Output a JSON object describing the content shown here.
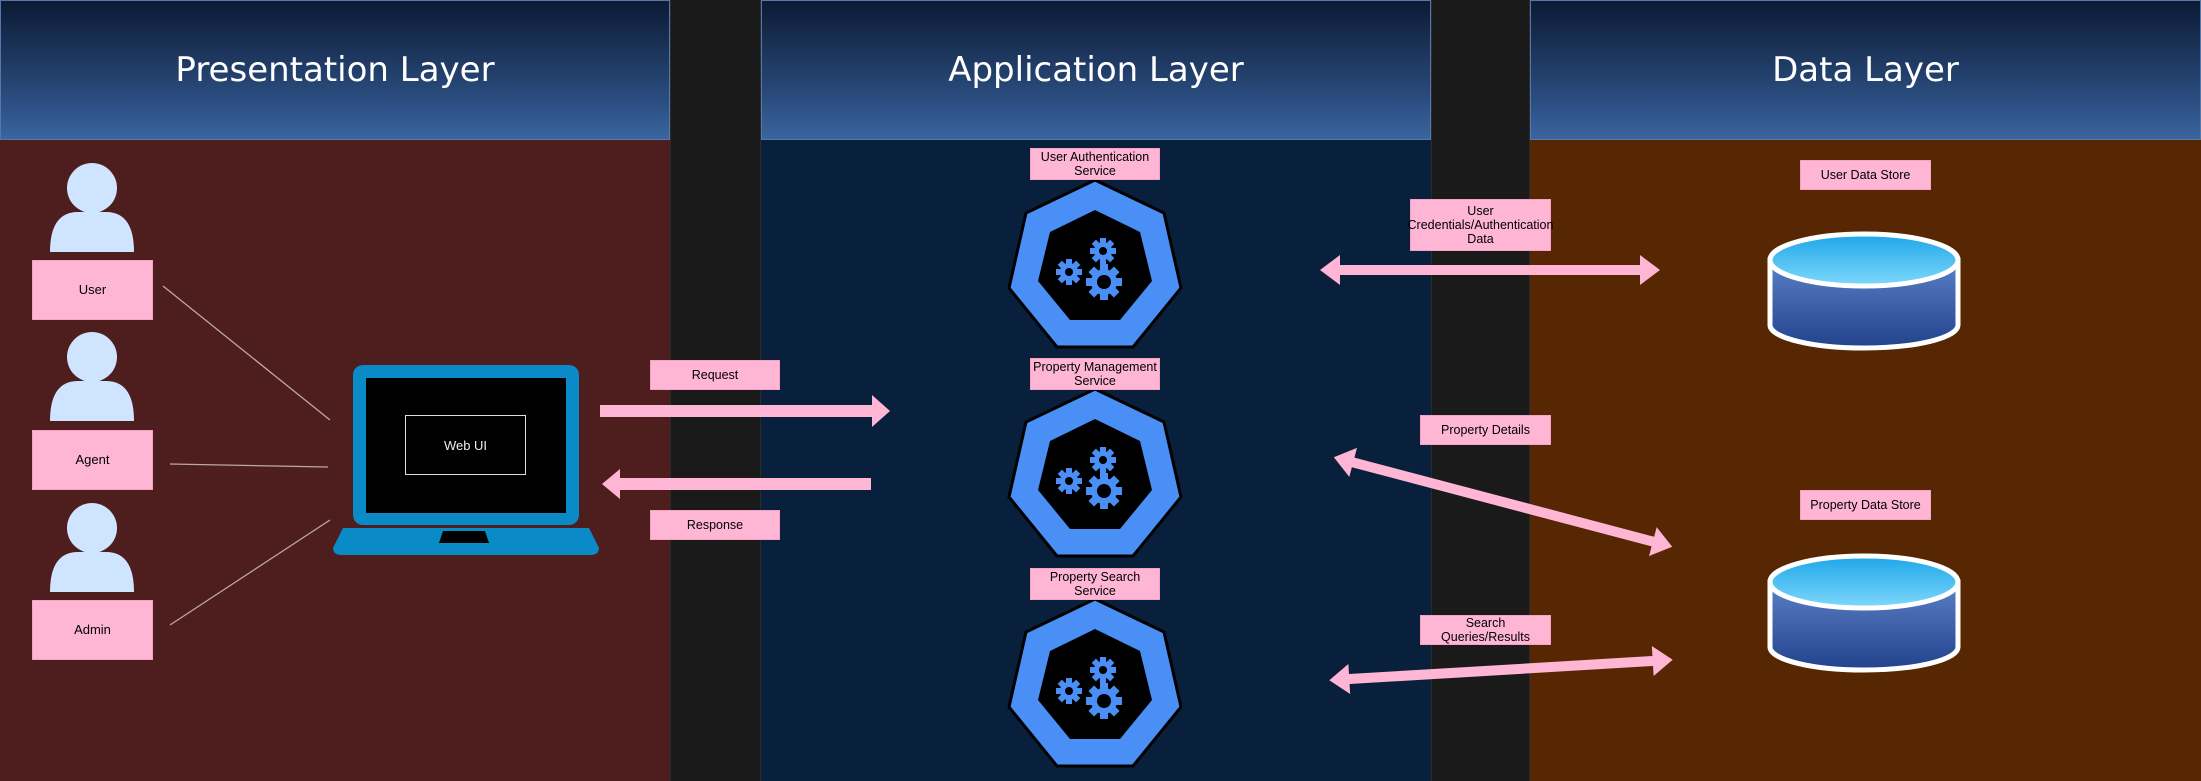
{
  "layers": {
    "presentation": {
      "title": "Presentation Layer",
      "color": "#4e1e1f"
    },
    "application": {
      "title": "Application Layer",
      "color": "#08203b"
    },
    "data": {
      "title": "Data Layer",
      "color": "#572703"
    }
  },
  "actors": [
    {
      "label": "User"
    },
    {
      "label": "Agent"
    },
    {
      "label": "Admin"
    }
  ],
  "webui": {
    "label": "Web UI"
  },
  "flow": {
    "request": "Request",
    "response": "Response"
  },
  "services": [
    {
      "line1": "User Authentication",
      "line2": "Service"
    },
    {
      "line1": "Property Management",
      "line2": "Service"
    },
    {
      "line1": "Property Search",
      "line2": "Service"
    }
  ],
  "data_links": [
    {
      "line1": "User",
      "line2": "Credentials/Authentication",
      "line3": "Data"
    },
    {
      "line1": "Property Details"
    },
    {
      "line1": "Search Queries/Results"
    }
  ],
  "stores": [
    {
      "label": "User Data Store"
    },
    {
      "label": "Property Data Store"
    }
  ],
  "colors": {
    "tag": "#ffb6d5",
    "arrow": "#ffb6d5",
    "laptop": "#0a8bc7",
    "service": "#4a8ff5",
    "person": "#cfe4ff",
    "db_top": "#4fc4f5",
    "db_body": "#2f5aa8"
  }
}
